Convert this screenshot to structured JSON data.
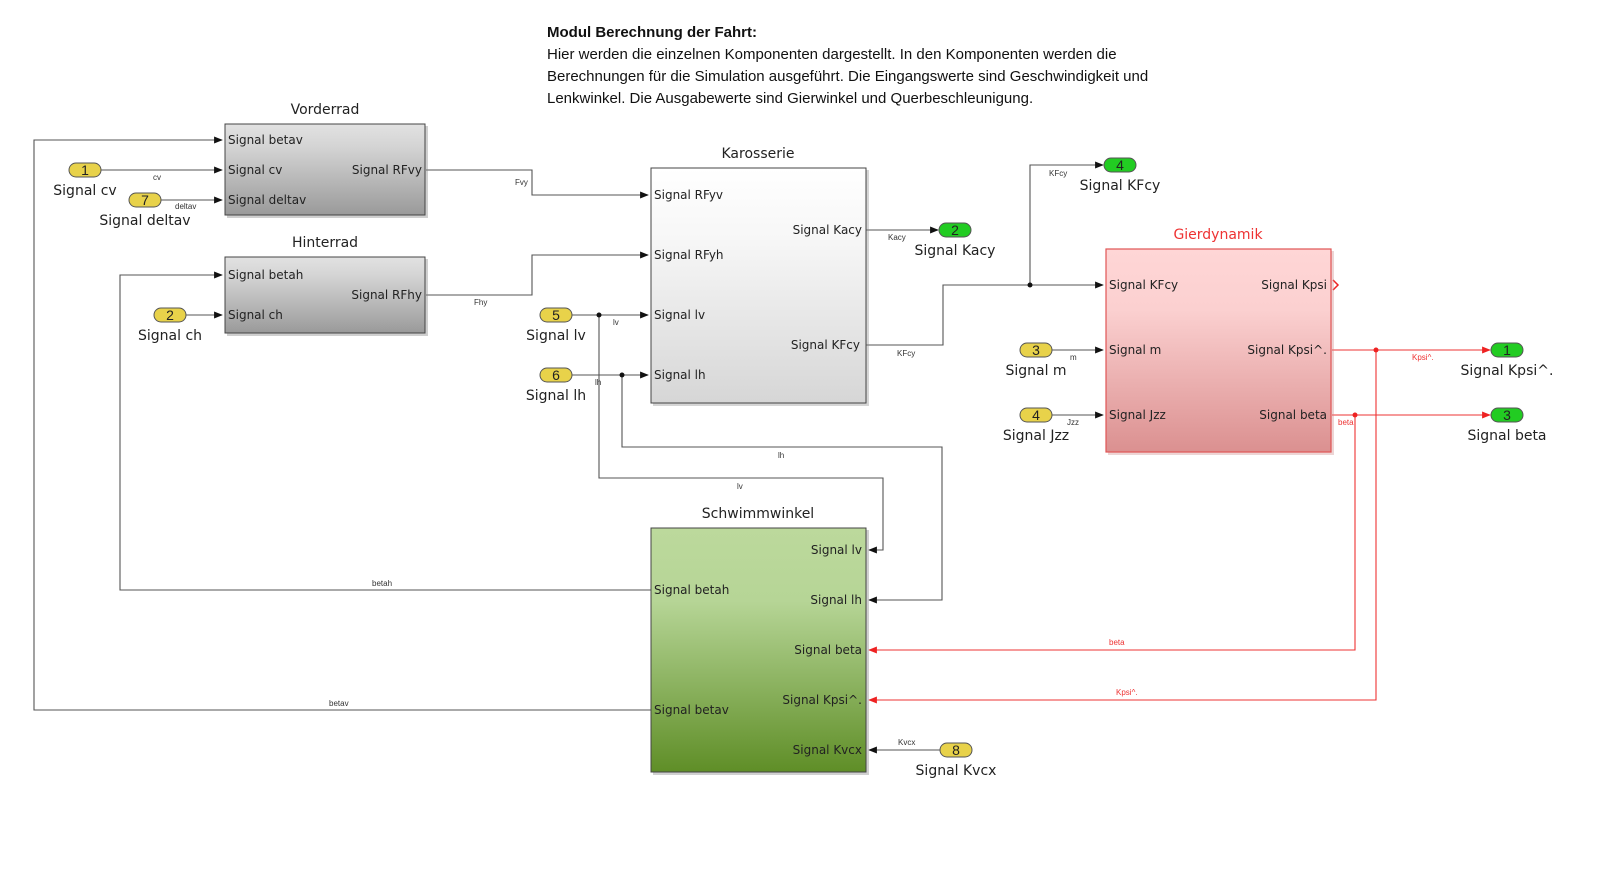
{
  "annotation": {
    "title": "Modul Berechnung der Fahrt:",
    "lines": [
      "Hier werden die einzelnen Komponenten dargestellt. In den Komponenten werden die",
      "Berechnungen für die Simulation ausgeführt. Die Eingangswerte sind Geschwindigkeit und",
      "Lenkwinkel. Die Ausgabewerte sind Gierwinkel und Querbeschleunigung."
    ]
  },
  "colors": {
    "inport": "#e8d24a",
    "outport": "#22cc22",
    "line": "#444444",
    "line_red": "#ee3333",
    "gierdynamik_title": "#ee3333"
  },
  "blocks": {
    "vorderrad": {
      "title": "Vorderrad",
      "inputs": [
        "Signal betav",
        "Signal cv",
        "Signal deltav"
      ],
      "outputs": [
        "Signal RFvy"
      ]
    },
    "hinterrad": {
      "title": "Hinterrad",
      "inputs": [
        "Signal betah",
        "Signal ch"
      ],
      "outputs": [
        "Signal RFhy"
      ]
    },
    "karosserie": {
      "title": "Karosserie",
      "inputs": [
        "Signal RFyv",
        "Signal RFyh",
        "Signal lv",
        "Signal lh"
      ],
      "outputs": [
        "Signal Kacy",
        "Signal KFcy"
      ]
    },
    "gierdynamik": {
      "title": "Gierdynamik",
      "inputs": [
        "Signal KFcy",
        "Signal m",
        "Signal Jzz"
      ],
      "outputs": [
        "Signal Kpsi",
        "Signal Kpsi^.",
        "Signal beta"
      ]
    },
    "schwimmwinkel": {
      "title": "Schwimmwinkel",
      "inputs": [
        "Signal lv",
        "Signal lh",
        "Signal beta",
        "Signal Kpsi^.",
        "Signal Kvcx"
      ],
      "outputs": [
        "Signal betah",
        "Signal betav"
      ]
    }
  },
  "inports": [
    {
      "num": "1",
      "label": "Signal cv"
    },
    {
      "num": "7",
      "label": "Signal deltav"
    },
    {
      "num": "2",
      "label": "Signal ch"
    },
    {
      "num": "5",
      "label": "Signal lv"
    },
    {
      "num": "6",
      "label": "Signal lh"
    },
    {
      "num": "3",
      "label": "Signal m"
    },
    {
      "num": "4",
      "label": "Signal Jzz"
    },
    {
      "num": "8",
      "label": "Signal Kvcx"
    }
  ],
  "outports": [
    {
      "num": "4",
      "label": "Signal KFcy"
    },
    {
      "num": "2",
      "label": "Signal Kacy"
    },
    {
      "num": "1",
      "label": "Signal Kpsi^."
    },
    {
      "num": "3",
      "label": "Signal beta"
    }
  ],
  "signals": {
    "cv": "cv",
    "deltav": "deltav",
    "fvy": "Fvy",
    "fhy": "Fhy",
    "lv": "lv",
    "lh": "lh",
    "kacy": "Kacy",
    "kfcy": "KFcy",
    "kfcy_top": "KFcy",
    "m": "m",
    "jzz": "Jzz",
    "kpsi_dot": "Kpsi^.",
    "beta": "beta",
    "beta_fb": "beta",
    "kpsi_fb": "Kpsi^.",
    "lh_fb": "lh",
    "lv_fb": "lv",
    "betah": "betah",
    "betav": "betav",
    "kvcx": "Kvcx"
  }
}
